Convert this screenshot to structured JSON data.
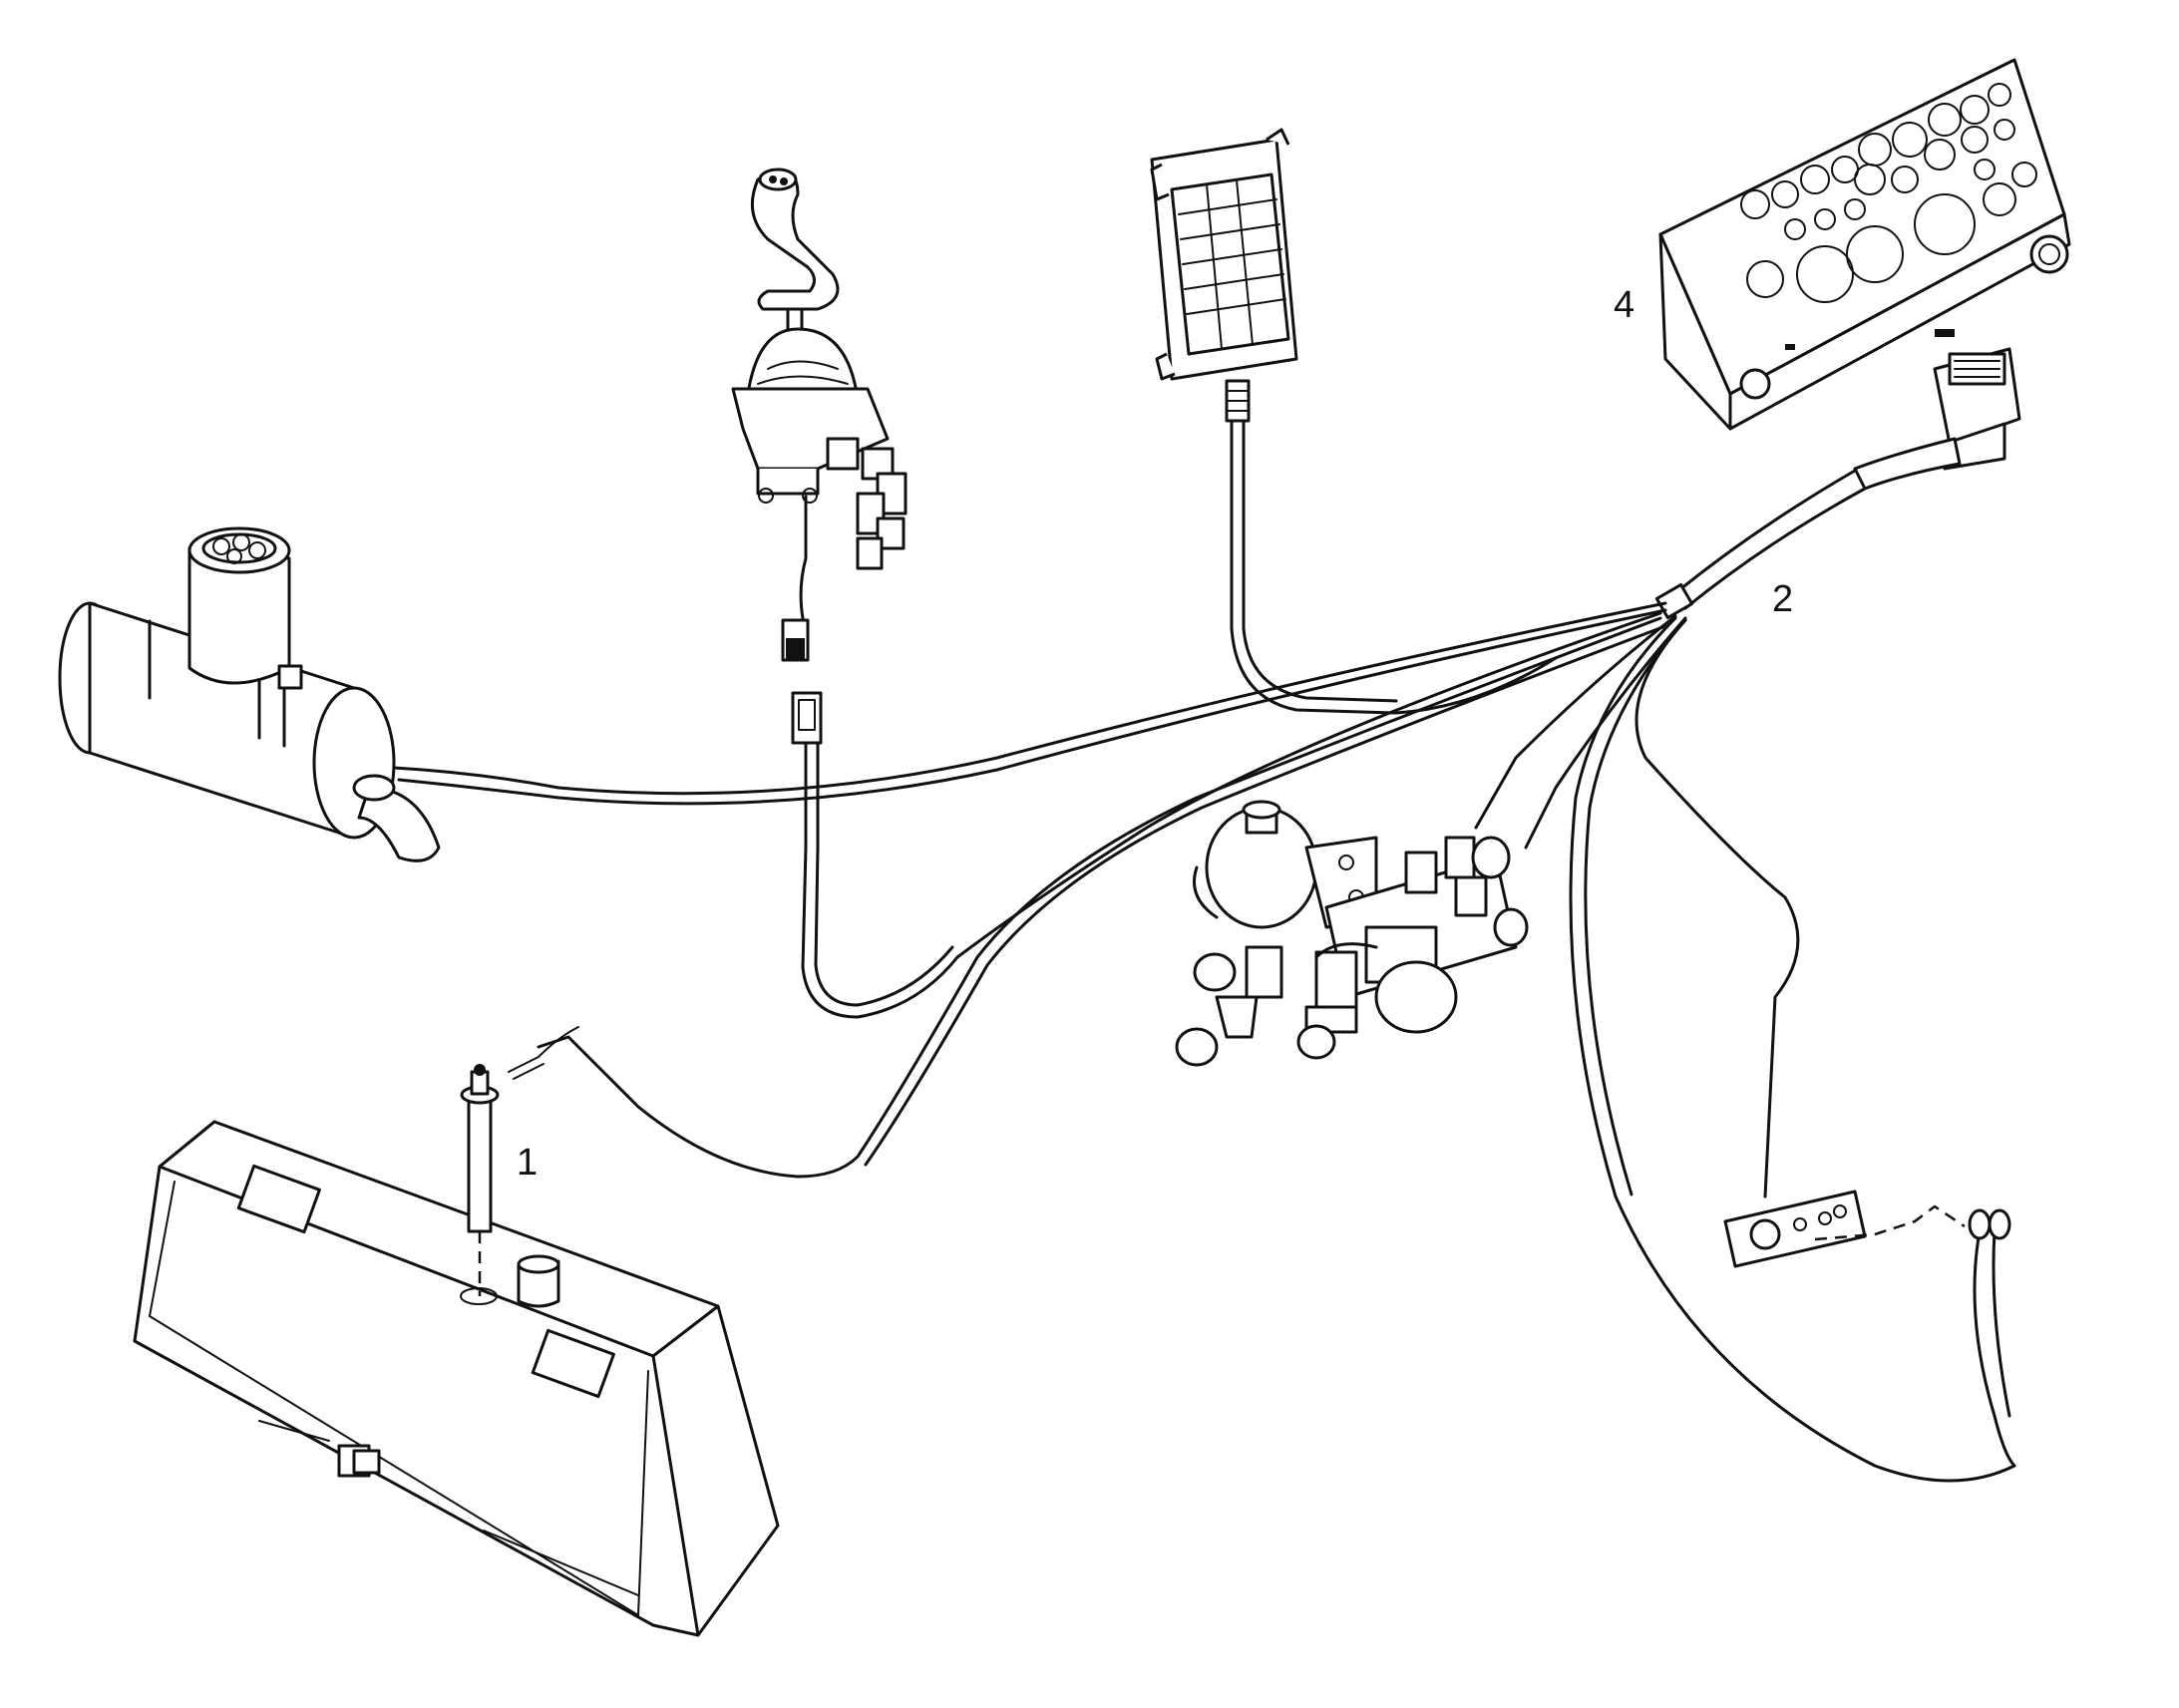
{
  "callouts": [
    {
      "id": "1",
      "label": "1"
    },
    {
      "id": "2",
      "label": "2"
    },
    {
      "id": "4",
      "label": "4"
    }
  ],
  "colors": {
    "background": "#ffffff",
    "ink": "#111111"
  }
}
